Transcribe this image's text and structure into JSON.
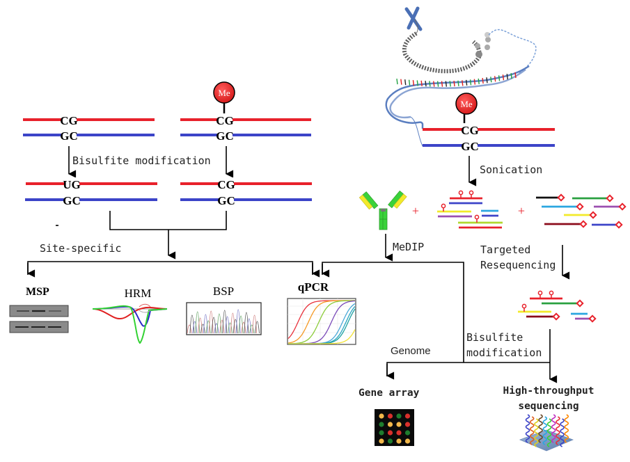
{
  "colors": {
    "strand_top": "#e8212b",
    "strand_bottom": "#3c44c8",
    "methyl": "#e8212b",
    "line": "#000000"
  },
  "left_panel": {
    "unmethylated": {
      "top_pair": "CG",
      "bottom_pair": "GC",
      "converted_top": "UG",
      "converted_bottom": "GC"
    },
    "methylated": {
      "methyl_label": "Me",
      "top_pair": "CG",
      "bottom_pair": "GC",
      "converted_top": "CG",
      "converted_bottom": "GC"
    },
    "step_label": "Bisulfite modification",
    "branch_label": "Site-specific"
  },
  "methods": {
    "msp": "MSP",
    "hrm": "HRM",
    "bsp": "BSP",
    "qpcr": "qPCR"
  },
  "right_panel": {
    "methyl_label": "Me",
    "top_pair": "CG",
    "bottom_pair": "GC",
    "sonication_label": "Sonication",
    "plus_1": "+",
    "plus_2": "+",
    "medip_label": "MeDIP",
    "targeted_label_1": "Targeted",
    "targeted_label_2": "Resequencing",
    "bisulfite_label_1": "Bisulfite",
    "bisulfite_label_2": "modification",
    "genome_label": "Genome",
    "gene_array_label": "Gene array",
    "hts_label_1": "High-throughput",
    "hts_label_2": "sequencing"
  },
  "icons": {
    "chromosome": "chromosome-icon",
    "chromatin": "chromatin-fiber-icon",
    "dna_helix": "dna-double-helix-icon",
    "antibody": "antibody-icon",
    "gel": "gel-electrophoresis-icon",
    "hrm_curve": "melting-curve-icon",
    "chromatogram": "sequencing-chromatogram-icon",
    "amplification": "amplification-curve-icon",
    "microarray": "microarray-icon",
    "flowcell": "sequencing-flowcell-icon"
  },
  "gene_array_spots": [
    [
      "#f2b84b",
      "#d9302c",
      "#1e7d2e",
      "#d9302c"
    ],
    [
      "#1e7d2e",
      "#f2b84b",
      "#f2b84b",
      "#d9302c"
    ],
    [
      "#1e7d2e",
      "#d9302c",
      "#d9302c",
      "#1e7d2e"
    ],
    [
      "#f2b84b",
      "#1e7d2e",
      "#f2b84b",
      "#f2b84b"
    ]
  ]
}
